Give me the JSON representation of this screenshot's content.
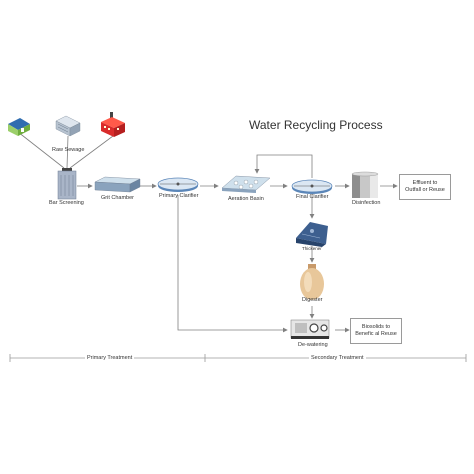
{
  "title": "Water Recycling Process",
  "nodes": {
    "raw_sewage": "Raw Sewage",
    "bar_screening": "Bar Screening",
    "grit_chamber": "Grit Chamber",
    "primary_clarifier": "Primary Clarifier",
    "aeration_basin": "Aeration Basin",
    "final_clarifier": "Final Clarifier",
    "disinfection": "Disinfection",
    "thickener": "Thickener",
    "digester": "Digester",
    "dewatering": "De-watering"
  },
  "outputs": {
    "effluent_line1": "Effluent to",
    "effluent_line2": "Outfall or Reuse",
    "biosolids_line1": "Biosolids to",
    "biosolids_line2": "Benefic al Reuse"
  },
  "phases": {
    "primary": "Primary Treatment",
    "secondary": "Secondary Treatment"
  },
  "colors": {
    "line": "#808080",
    "house_roof": "#2f6db0",
    "house_wall": "#9ccf6a",
    "factory_red": "#d92b2b",
    "tank_blue": "#5b86b8"
  }
}
